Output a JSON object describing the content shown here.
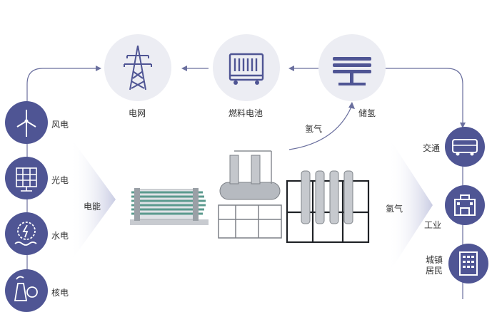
{
  "top_nodes": [
    {
      "label": "电网",
      "icon": "transmission-tower-icon"
    },
    {
      "label": "燃料电池",
      "icon": "fuel-cell-icon"
    },
    {
      "label": "储氢",
      "icon": "hydrogen-storage-icon"
    }
  ],
  "sources": [
    {
      "label": "风电",
      "icon": "wind-turbine-icon"
    },
    {
      "label": "光电",
      "icon": "solar-panel-icon"
    },
    {
      "label": "水电",
      "icon": "hydro-power-icon"
    },
    {
      "label": "核电",
      "icon": "nuclear-plant-icon"
    }
  ],
  "consumers": [
    {
      "label": "交通",
      "icon": "bus-icon"
    },
    {
      "label": "工业",
      "icon": "factory-icon"
    },
    {
      "label": "城镇居民",
      "label_lines": [
        "城镇",
        "居民"
      ],
      "icon": "residential-building-icon"
    }
  ],
  "flow_labels": {
    "electricity": "电能",
    "hydrogen_up": "氢气",
    "hydrogen_out": "氢气"
  },
  "colors": {
    "node_dark": "#4f5594",
    "node_light": "#ecedf3",
    "line": "#6a6f9e",
    "funnel": "#c9cce3"
  }
}
